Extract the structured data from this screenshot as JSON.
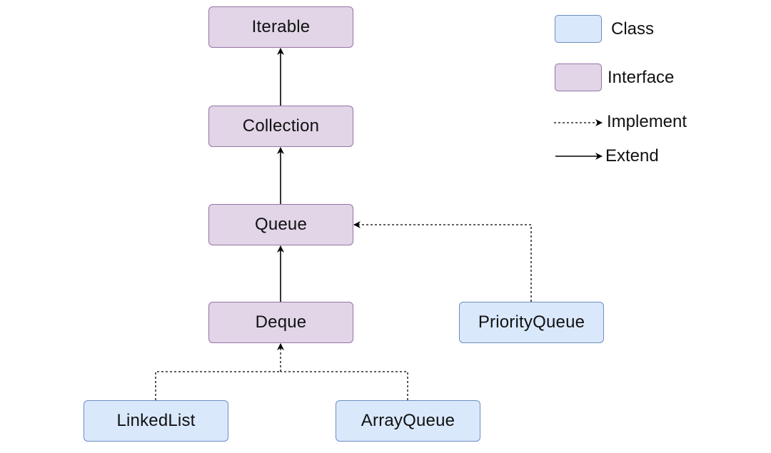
{
  "nodes": {
    "iterable": "Iterable",
    "collection": "Collection",
    "queue": "Queue",
    "deque": "Deque",
    "priority_queue": "PriorityQueue",
    "linked_list": "LinkedList",
    "array_queue": "ArrayQueue"
  },
  "legend": {
    "class_label": "Class",
    "interface_label": "Interface",
    "implement_label": "Implement",
    "extend_label": "Extend"
  },
  "edges": [
    {
      "from": "Collection",
      "to": "Iterable",
      "type": "extend"
    },
    {
      "from": "Queue",
      "to": "Collection",
      "type": "extend"
    },
    {
      "from": "Deque",
      "to": "Queue",
      "type": "extend"
    },
    {
      "from": "PriorityQueue",
      "to": "Queue",
      "type": "implement"
    },
    {
      "from": "LinkedList",
      "to": "Deque",
      "type": "implement"
    },
    {
      "from": "ArrayQueue",
      "to": "Deque",
      "type": "implement"
    }
  ],
  "colors": {
    "class_fill": "#dae8fc",
    "class_stroke": "#6c8ebf",
    "interface_fill": "#e1d5e7",
    "interface_stroke": "#9673a6",
    "edge": "#000000"
  }
}
